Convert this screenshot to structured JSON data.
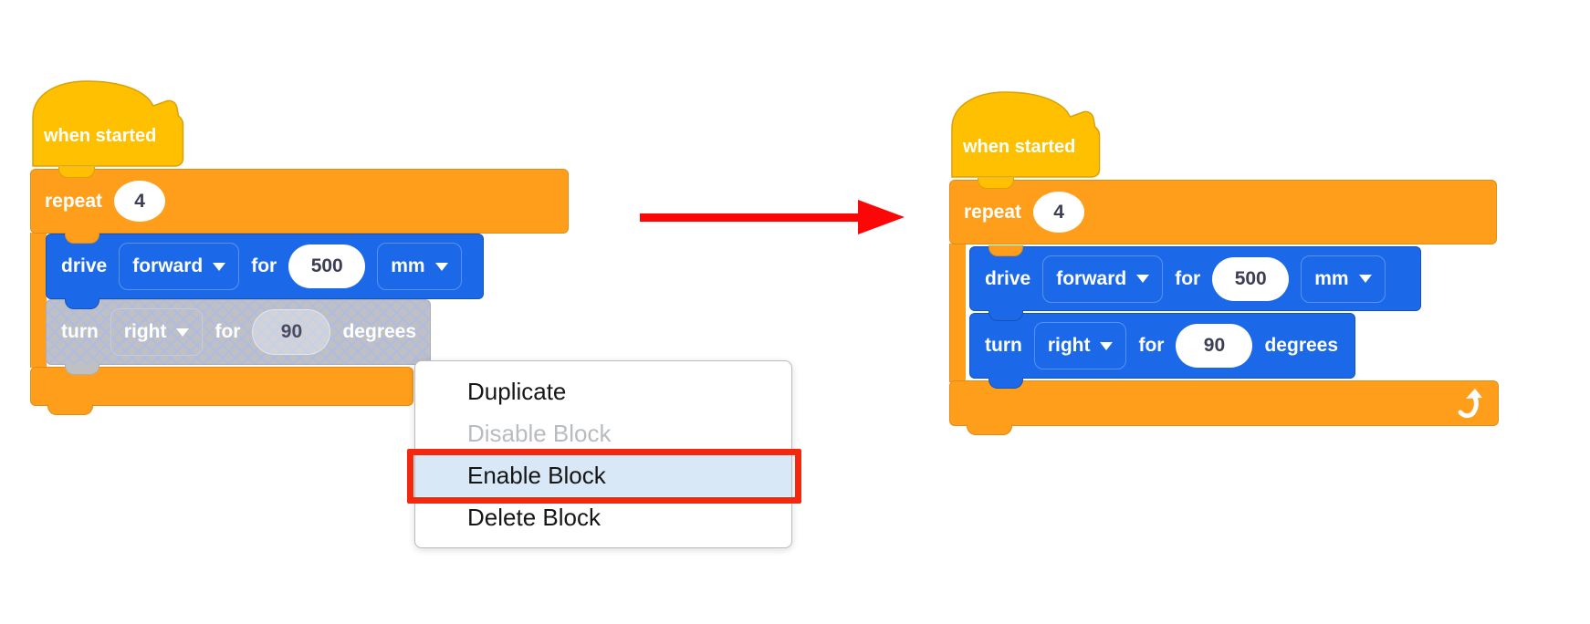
{
  "colors_note": "accent colors are mirrored in CSS variables",
  "left_stack": {
    "hat_label": "when started",
    "repeat": {
      "label": "repeat",
      "count": "4"
    },
    "drive": {
      "label": "drive",
      "direction": "forward",
      "for_label": "for",
      "value": "500",
      "unit": "mm"
    },
    "turn": {
      "label": "turn",
      "direction": "right",
      "for_label": "for",
      "value": "90",
      "unit_label": "degrees",
      "state": "disabled"
    }
  },
  "right_stack": {
    "hat_label": "when started",
    "repeat": {
      "label": "repeat",
      "count": "4"
    },
    "drive": {
      "label": "drive",
      "direction": "forward",
      "for_label": "for",
      "value": "500",
      "unit": "mm"
    },
    "turn": {
      "label": "turn",
      "direction": "right",
      "for_label": "for",
      "value": "90",
      "unit_label": "degrees",
      "state": "enabled"
    }
  },
  "context_menu": {
    "items": [
      {
        "label": "Duplicate",
        "state": "normal"
      },
      {
        "label": "Disable Block",
        "state": "disabled"
      },
      {
        "label": "Enable Block",
        "state": "highlighted"
      },
      {
        "label": "Delete Block",
        "state": "normal"
      }
    ]
  },
  "icons": {
    "dropdown_arrow": "caret-down",
    "repeat_loop": "curved-arrow-up",
    "transition": "red-arrow-right"
  }
}
